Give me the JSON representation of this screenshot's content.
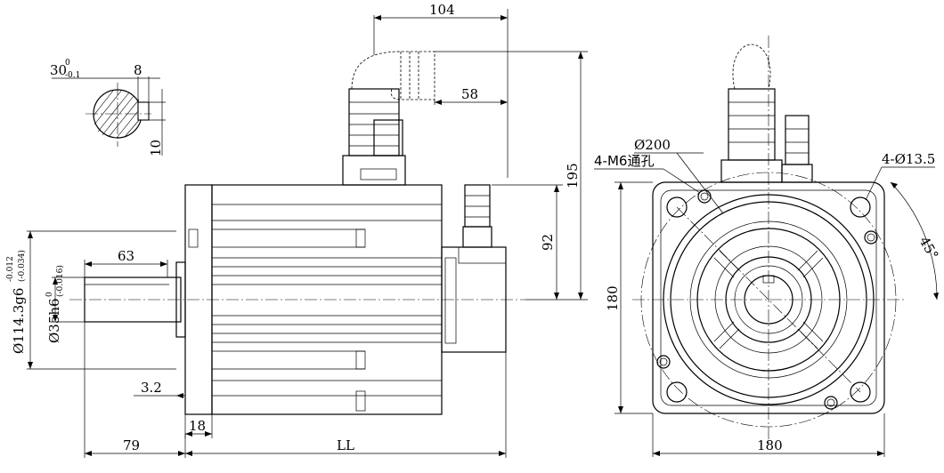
{
  "drawing": {
    "side_view": {
      "dim_flange_shaft_len": "79",
      "dim_body_len": "LL",
      "dim_flange_thickness": "18",
      "dim_pilot_depth": "3.2",
      "dim_key_len": "63",
      "dim_shaft_dia": "Ø35h6",
      "dim_shaft_dia_tol_upper": "0",
      "dim_shaft_dia_tol_lower": "(-0.016)",
      "dim_pilot_dia": "Ø114.3g6",
      "dim_pilot_dia_tol_upper": "-0.012",
      "dim_pilot_dia_tol_lower": "(-0.034)",
      "dim_connector_reach": "104",
      "dim_connector_offset": "58",
      "dim_height_top": "195",
      "dim_height_encoder": "92"
    },
    "key_section": {
      "dim_key_depth": "30",
      "dim_key_depth_tol_upper": "0",
      "dim_key_depth_tol_lower": "-0.1",
      "dim_key_width": "8",
      "dim_key_height": "10"
    },
    "front_view": {
      "dim_bolt_circle": "Ø200",
      "dim_thread_holes": "4-M6通孔",
      "dim_through_holes": "4-Ø13.5",
      "dim_angle": "45°",
      "dim_square_height": "180",
      "dim_square_width": "180"
    }
  }
}
